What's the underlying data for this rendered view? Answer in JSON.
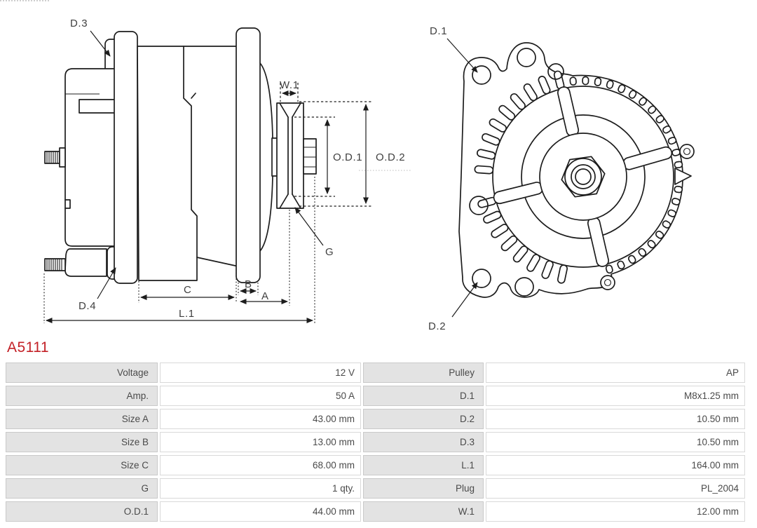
{
  "part_number": "A5111",
  "drawing": {
    "side_view": {
      "labels": {
        "d3": "D.3",
        "d4": "D.4",
        "w1": "W.1",
        "od1": "O.D.1",
        "od2": "O.D.2",
        "g": "G",
        "a": "A",
        "b": "B",
        "c": "C",
        "l1": "L.1"
      }
    },
    "front_view": {
      "labels": {
        "d1": "D.1",
        "d2": "D.2"
      }
    }
  },
  "spec_table": {
    "rows": [
      {
        "left_label": "Voltage",
        "left_value": "12 V",
        "right_label": "Pulley",
        "right_value": "AP"
      },
      {
        "left_label": "Amp.",
        "left_value": "50 A",
        "right_label": "D.1",
        "right_value": "M8x1.25 mm"
      },
      {
        "left_label": "Size A",
        "left_value": "43.00 mm",
        "right_label": "D.2",
        "right_value": "10.50 mm"
      },
      {
        "left_label": "Size B",
        "left_value": "13.00 mm",
        "right_label": "D.3",
        "right_value": "10.50 mm"
      },
      {
        "left_label": "Size C",
        "left_value": "68.00 mm",
        "right_label": "L.1",
        "right_value": "164.00 mm"
      },
      {
        "left_label": "G",
        "left_value": "1 qty.",
        "right_label": "Plug",
        "right_value": "PL_2004"
      },
      {
        "left_label": "O.D.1",
        "left_value": "44.00 mm",
        "right_label": "W.1",
        "right_value": "12.00 mm"
      }
    ]
  },
  "colors": {
    "part_number_red": "#c32127",
    "drawing_line": "#1d1d1d",
    "drawing_label_text": "#3f3f3f",
    "table_label_bg": "#e3e3e3",
    "table_label_border": "#c9c9c9",
    "table_value_border": "#d9d9d9",
    "table_text": "#4a4a4a"
  }
}
